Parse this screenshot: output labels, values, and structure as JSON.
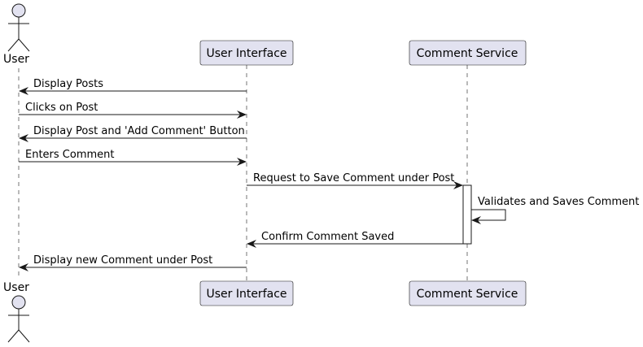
{
  "diagram": {
    "type": "sequence",
    "colors": {
      "participant_fill": "#E2E2F0",
      "participant_border": "#181818",
      "lifeline": "#181818",
      "arrow": "#181818",
      "activation_fill": "#FFFFFF"
    },
    "participants": [
      {
        "id": "user",
        "label": "User",
        "kind": "actor",
        "icon": "actor-stick-figure-icon"
      },
      {
        "id": "ui",
        "label": "User Interface",
        "kind": "participant"
      },
      {
        "id": "cs",
        "label": "Comment Service",
        "kind": "participant"
      }
    ],
    "messages": [
      {
        "from": "ui",
        "to": "user",
        "label": "Display Posts"
      },
      {
        "from": "user",
        "to": "ui",
        "label": "Clicks on Post"
      },
      {
        "from": "ui",
        "to": "user",
        "label": "Display Post and 'Add Comment' Button"
      },
      {
        "from": "user",
        "to": "ui",
        "label": "Enters Comment"
      },
      {
        "from": "ui",
        "to": "cs",
        "label": "Request to Save Comment under Post"
      },
      {
        "from": "cs",
        "to": "cs",
        "label": "Validates and Saves Comment"
      },
      {
        "from": "cs",
        "to": "ui",
        "label": "Confirm Comment Saved"
      },
      {
        "from": "ui",
        "to": "user",
        "label": "Display new Comment under Post"
      }
    ],
    "activations": [
      {
        "participant": "cs",
        "from_message": 4,
        "to_message": 6
      }
    ]
  }
}
